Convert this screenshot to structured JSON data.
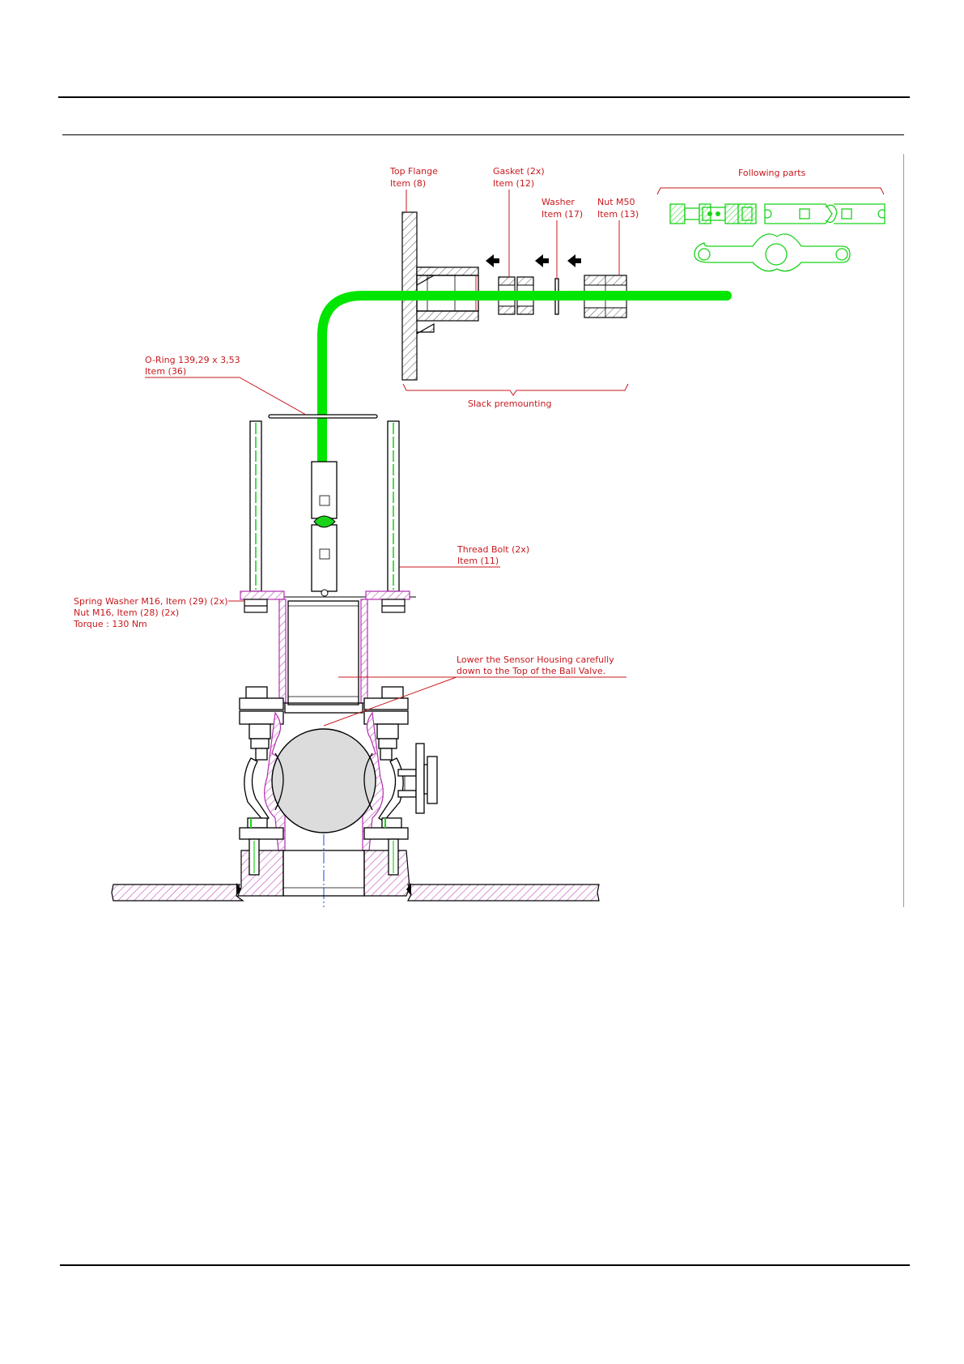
{
  "labels": {
    "top_flange": "Top Flange",
    "top_flange_item": "Item (8)",
    "gasket": "Gasket (2x)",
    "gasket_item": "Item (12)",
    "washer": "Washer",
    "washer_item": "Item (17)",
    "nut_m50": "Nut M50",
    "nut_m50_item": "Item (13)",
    "following_parts": "Following parts",
    "slack_premounting": "Slack premounting",
    "oring": "O-Ring 139,29 x 3,53",
    "oring_item": "Item (36)",
    "thread_bolt": "Thread Bolt (2x)",
    "thread_bolt_item": "Item (11)",
    "spring_washer": "Spring Washer M16, Item (29)  (2x)",
    "nut_m16": "Nut M16, Item (28) (2x)",
    "torque": "Torque : 130 Nm",
    "lower_sensor_1": "Lower the Sensor Housing carefully",
    "lower_sensor_2": "down to the Top of the Ball Valve."
  },
  "colors": {
    "annotation": "#c8191e",
    "cable": "#00e600",
    "hatch_pink": "#c24fc2",
    "ball": "#dcdcdc",
    "line": "#000000"
  }
}
